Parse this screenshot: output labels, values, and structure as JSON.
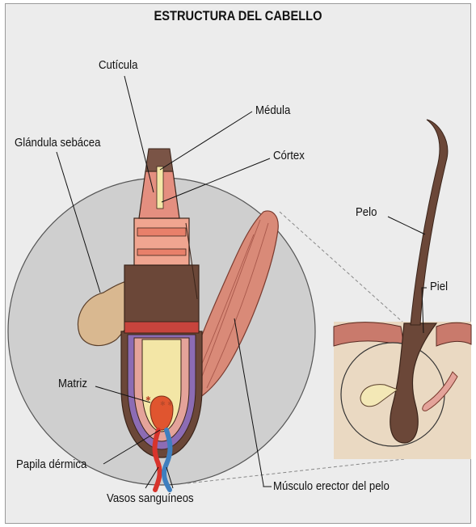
{
  "title": "ESTRUCTURA DEL CABELLO",
  "labels": {
    "cuticula": "Cutícula",
    "medula": "Médula",
    "glandula": "Glándula sebácea",
    "cortex": "Córtex",
    "pelo": "Pelo",
    "piel": "Piel",
    "matriz": "Matriz",
    "papila": "Papila dérmica",
    "vasos": "Vasos sanguíneos",
    "musculo": "Músculo erector del pelo"
  },
  "colors": {
    "background": "#ececec",
    "zoom_circle": "#cfcfcf",
    "hair_shaft": "#6b4738",
    "skin_dermis": "#ead9c2",
    "epidermis": "#c97a6c",
    "gland": "#d9b890",
    "muscle": "#d98a78",
    "artery": "#d8342c",
    "vein": "#3e7fbf"
  }
}
